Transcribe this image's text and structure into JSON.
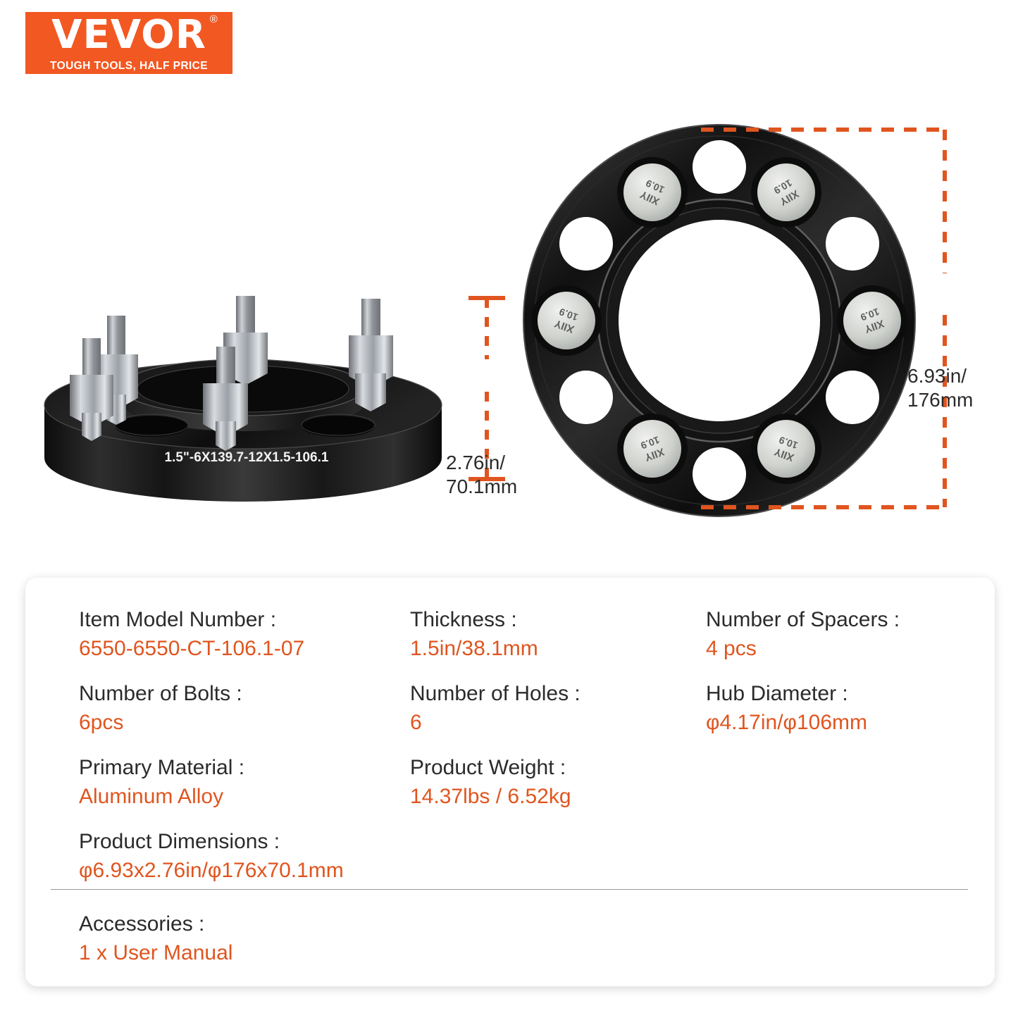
{
  "brand": {
    "name": "VEVOR",
    "registered_mark": "®",
    "tagline": "TOUGH TOOLS, HALF PRICE",
    "background_color": "#F25822"
  },
  "product_image": {
    "side_view": {
      "engraving": "1.5\"-6X139.7-12X1.5-106.1",
      "stud_count_visible": 5,
      "body_color": "#111111",
      "stud_color": "#b9bcc0"
    },
    "front_view": {
      "bolt_stud_marking": "XIIY 10.9",
      "stud_count": 6,
      "open_hole_count": 6,
      "body_color": "#1a1a1a"
    }
  },
  "dimensions": {
    "accent_color": "#E0551F",
    "thickness_callout": "2.76in/\n70.1mm",
    "diameter_callout": "6.93in/\n176mm"
  },
  "specs": {
    "rows": [
      {
        "key": "Item Model Number :",
        "value": "6550-6550-CT-106.1-07"
      },
      {
        "key": "Thickness :",
        "value": "1.5in/38.1mm"
      },
      {
        "key": "Number of Spacers :",
        "value": "4 pcs"
      },
      {
        "key": "Number of Bolts :",
        "value": "6pcs"
      },
      {
        "key": "Number of Holes :",
        "value": "6"
      },
      {
        "key": "Hub Diameter :",
        "value": "φ4.17in/φ106mm"
      },
      {
        "key": "Primary Material :",
        "value": "Aluminum Alloy"
      },
      {
        "key": "Product Weight :",
        "value": "14.37lbs / 6.52kg"
      },
      {
        "key": "",
        "value": ""
      },
      {
        "key": "Product Dimensions :",
        "value": "φ6.93x2.76in/φ176x70.1mm"
      }
    ],
    "accessories": {
      "key": "Accessories :",
      "value": "1 x User Manual"
    },
    "key_color": "#2b2b2b",
    "value_color": "#E0551F"
  }
}
